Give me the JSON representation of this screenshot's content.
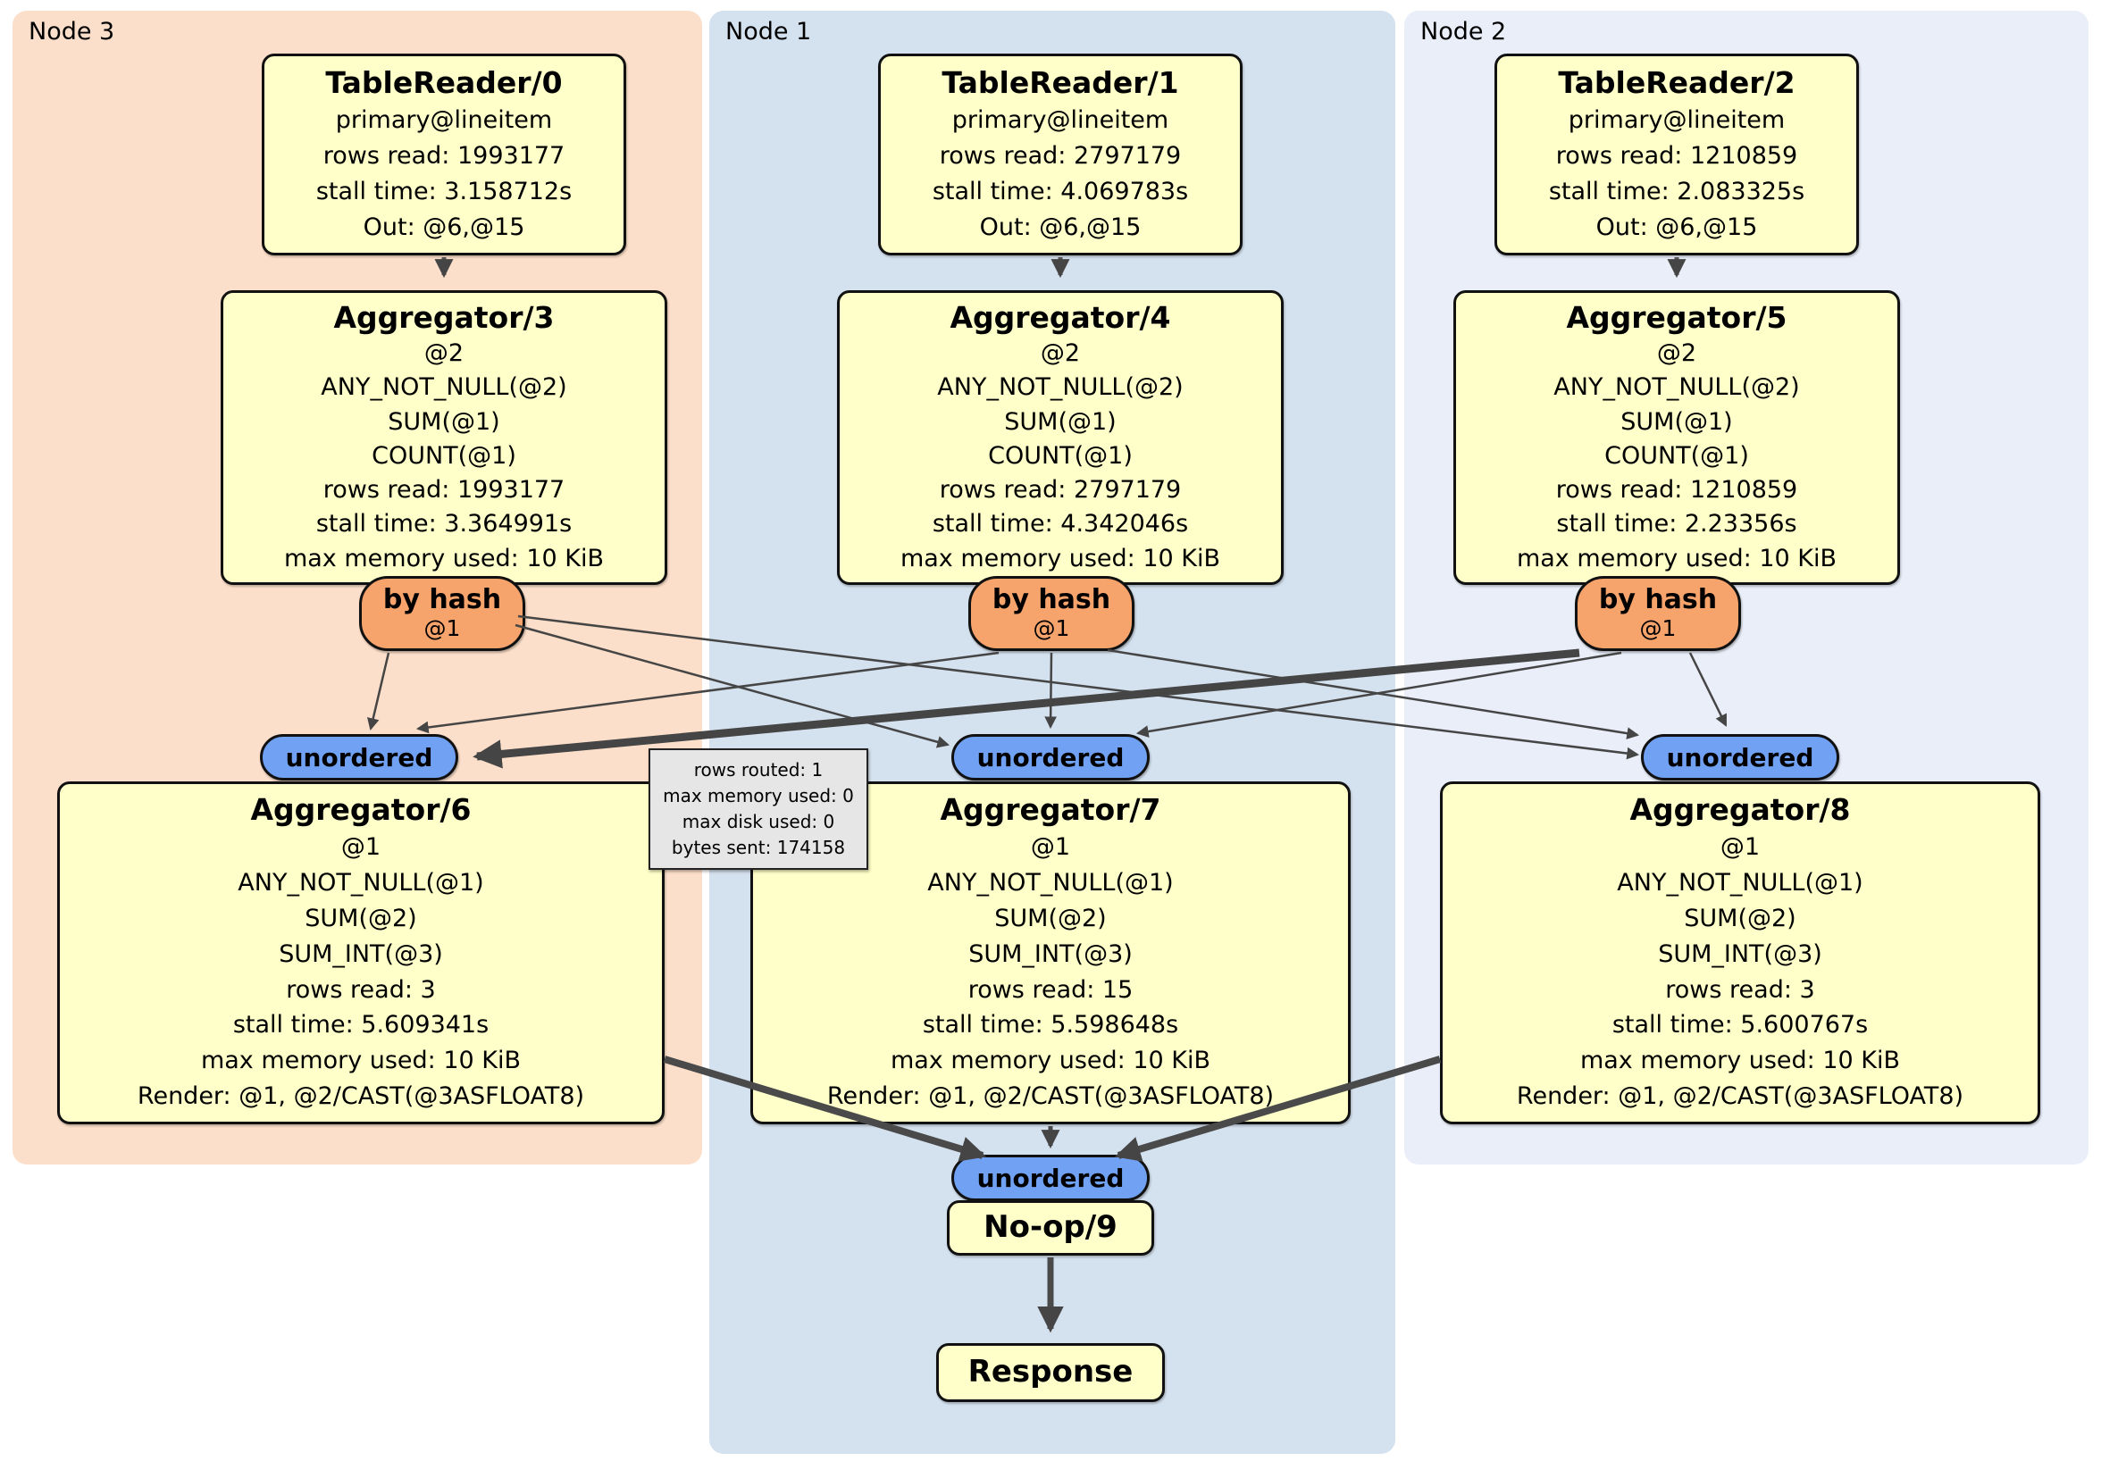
{
  "nodes": [
    {
      "label": "Node 3",
      "reader": {
        "title": "TableReader/0",
        "lines": [
          "primary@lineitem",
          "rows read: 1993177",
          "stall time: 3.158712s",
          "Out: @6,@15"
        ]
      },
      "aggregator": {
        "title": "Aggregator/3",
        "lines": [
          "@2",
          "ANY_NOT_NULL(@2)",
          "SUM(@1)",
          "COUNT(@1)",
          "rows read: 1993177",
          "stall time: 3.364991s",
          "max memory used: 10 KiB"
        ]
      },
      "router": {
        "label": "by hash",
        "detail": "@1"
      },
      "sync": {
        "label": "unordered"
      },
      "final_aggregator": {
        "title": "Aggregator/6",
        "lines": [
          "@1",
          "ANY_NOT_NULL(@1)",
          "SUM(@2)",
          "SUM_INT(@3)",
          "rows read: 3",
          "stall time: 5.609341s",
          "max memory used: 10 KiB",
          "Render: @1, @2/CAST(@3ASFLOAT8)"
        ]
      }
    },
    {
      "label": "Node 1",
      "reader": {
        "title": "TableReader/1",
        "lines": [
          "primary@lineitem",
          "rows read: 2797179",
          "stall time: 4.069783s",
          "Out: @6,@15"
        ]
      },
      "aggregator": {
        "title": "Aggregator/4",
        "lines": [
          "@2",
          "ANY_NOT_NULL(@2)",
          "SUM(@1)",
          "COUNT(@1)",
          "rows read: 2797179",
          "stall time: 4.342046s",
          "max memory used: 10 KiB"
        ]
      },
      "router": {
        "label": "by hash",
        "detail": "@1"
      },
      "sync": {
        "label": "unordered"
      },
      "final_aggregator": {
        "title": "Aggregator/7",
        "lines": [
          "@1",
          "ANY_NOT_NULL(@1)",
          "SUM(@2)",
          "SUM_INT(@3)",
          "rows read: 15",
          "stall time: 5.598648s",
          "max memory used: 10 KiB",
          "Render: @1, @2/CAST(@3ASFLOAT8)"
        ]
      }
    },
    {
      "label": "Node 2",
      "reader": {
        "title": "TableReader/2",
        "lines": [
          "primary@lineitem",
          "rows read: 1210859",
          "stall time: 2.083325s",
          "Out: @6,@15"
        ]
      },
      "aggregator": {
        "title": "Aggregator/5",
        "lines": [
          "@2",
          "ANY_NOT_NULL(@2)",
          "SUM(@1)",
          "COUNT(@1)",
          "rows read: 1210859",
          "stall time: 2.23356s",
          "max memory used: 10 KiB"
        ]
      },
      "router": {
        "label": "by hash",
        "detail": "@1"
      },
      "sync": {
        "label": "unordered"
      },
      "final_aggregator": {
        "title": "Aggregator/8",
        "lines": [
          "@1",
          "ANY_NOT_NULL(@1)",
          "SUM(@2)",
          "SUM_INT(@3)",
          "rows read: 3",
          "stall time: 5.600767s",
          "max memory used: 10 KiB",
          "Render: @1, @2/CAST(@3ASFLOAT8)"
        ]
      }
    }
  ],
  "tooltip": {
    "lines": [
      "rows routed: 1",
      "max memory used: 0",
      "max disk used: 0",
      "bytes sent: 174158"
    ]
  },
  "bottom": {
    "sync_label": "unordered",
    "noop_title": "No-op/9",
    "response_title": "Response"
  },
  "colors": {
    "node3_bg": "#fcdfca",
    "node1_bg": "#d4e1ee",
    "node2_bg": "#e9eef9",
    "box_bg": "#ffffc9",
    "router_bg": "#f7a36c",
    "sync_bg": "#70a1f3",
    "tooltip_bg": "#e6e6e6",
    "edge": "#454545"
  }
}
